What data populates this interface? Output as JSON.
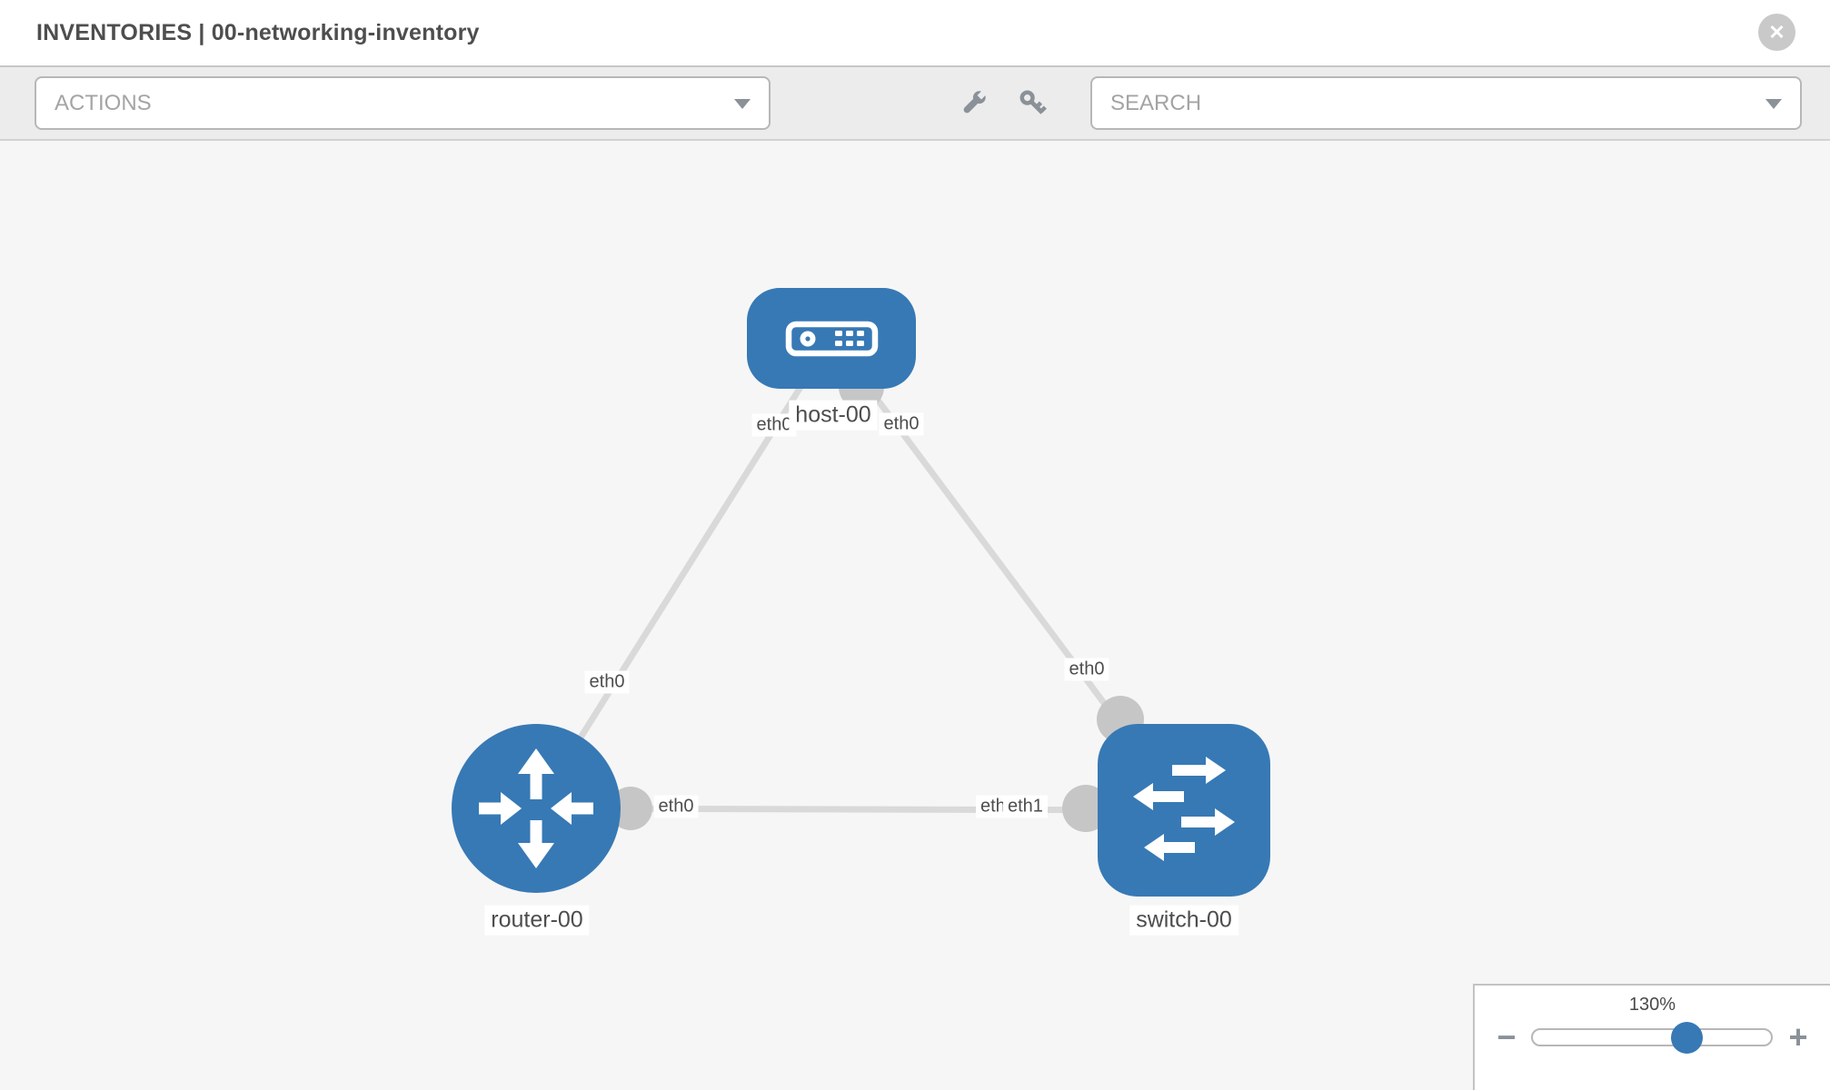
{
  "header": {
    "title": "INVENTORIES | 00-networking-inventory"
  },
  "icons": {
    "close": "✕",
    "zoom_out": "−",
    "zoom_in": "+"
  },
  "toolbar": {
    "actions_label": "ACTIONS",
    "search_label": "SEARCH"
  },
  "topology": {
    "nodes": [
      {
        "label": "host-00",
        "type": "host"
      },
      {
        "label": "router-00",
        "type": "router"
      },
      {
        "label": "switch-00",
        "type": "switch"
      }
    ],
    "links": [
      {
        "from": "host-00",
        "to": "router-00",
        "from_interface": "eth0",
        "to_interface": "eth0"
      },
      {
        "from": "host-00",
        "to": "switch-00",
        "from_interface": "eth0",
        "to_interface": "eth0"
      },
      {
        "from": "router-00",
        "to": "switch-00",
        "from_interface": "eth0",
        "to_interface": "eth1",
        "to_interface_overlapped": "eth0"
      }
    ]
  },
  "zoom_panel": {
    "level": "130%",
    "percent": 65
  },
  "colors": {
    "node_blue": "#3779b5",
    "link_gray": "#d9d9d9",
    "interface_dot": "#c6c6c6"
  }
}
